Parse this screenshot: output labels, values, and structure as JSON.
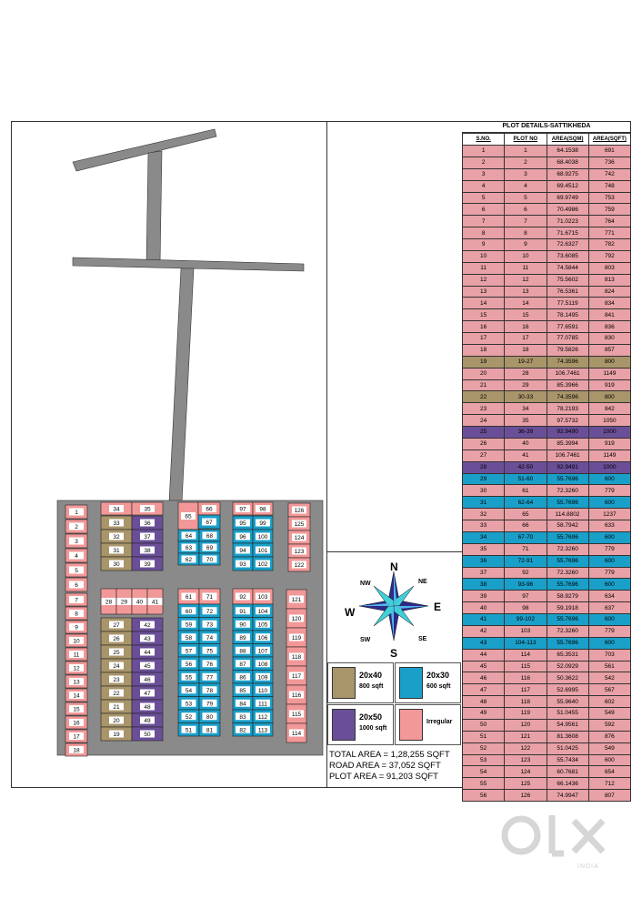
{
  "table": {
    "title": "PLOT DETAILS-SATTIKHEDA",
    "headers": [
      "S.NO.",
      "PLOT NO",
      "AREA(SQM)",
      "AREA(SQFT)"
    ],
    "rows": [
      {
        "sno": "1",
        "plot": "1",
        "sqm": "64.1538",
        "sqft": "691",
        "cat": "irregular"
      },
      {
        "sno": "2",
        "plot": "2",
        "sqm": "68.4038",
        "sqft": "736",
        "cat": "irregular"
      },
      {
        "sno": "3",
        "plot": "3",
        "sqm": "68.9275",
        "sqft": "742",
        "cat": "irregular"
      },
      {
        "sno": "4",
        "plot": "4",
        "sqm": "69.4512",
        "sqft": "748",
        "cat": "irregular"
      },
      {
        "sno": "5",
        "plot": "5",
        "sqm": "69.9749",
        "sqft": "753",
        "cat": "irregular"
      },
      {
        "sno": "6",
        "plot": "6",
        "sqm": "70.4986",
        "sqft": "759",
        "cat": "irregular"
      },
      {
        "sno": "7",
        "plot": "7",
        "sqm": "71.0223",
        "sqft": "764",
        "cat": "irregular"
      },
      {
        "sno": "8",
        "plot": "8",
        "sqm": "71.6715",
        "sqft": "771",
        "cat": "irregular"
      },
      {
        "sno": "9",
        "plot": "9",
        "sqm": "72.6327",
        "sqft": "782",
        "cat": "irregular"
      },
      {
        "sno": "10",
        "plot": "10",
        "sqm": "73.6085",
        "sqft": "792",
        "cat": "irregular"
      },
      {
        "sno": "11",
        "plot": "11",
        "sqm": "74.5844",
        "sqft": "803",
        "cat": "irregular"
      },
      {
        "sno": "12",
        "plot": "12",
        "sqm": "75.5602",
        "sqft": "813",
        "cat": "irregular"
      },
      {
        "sno": "13",
        "plot": "13",
        "sqm": "76.5361",
        "sqft": "824",
        "cat": "irregular"
      },
      {
        "sno": "14",
        "plot": "14",
        "sqm": "77.5119",
        "sqft": "834",
        "cat": "irregular"
      },
      {
        "sno": "15",
        "plot": "15",
        "sqm": "78.1495",
        "sqft": "841",
        "cat": "irregular"
      },
      {
        "sno": "16",
        "plot": "16",
        "sqm": "77.6591",
        "sqft": "836",
        "cat": "irregular"
      },
      {
        "sno": "17",
        "plot": "17",
        "sqm": "77.0785",
        "sqft": "830",
        "cat": "irregular"
      },
      {
        "sno": "18",
        "plot": "18",
        "sqm": "79.5826",
        "sqft": "857",
        "cat": "irregular"
      },
      {
        "sno": "19",
        "plot": "19-27",
        "sqm": "74.3596",
        "sqft": "800",
        "cat": "20x40"
      },
      {
        "sno": "20",
        "plot": "28",
        "sqm": "106.7461",
        "sqft": "1149",
        "cat": "irregular"
      },
      {
        "sno": "21",
        "plot": "29",
        "sqm": "85.3966",
        "sqft": "919",
        "cat": "irregular"
      },
      {
        "sno": "22",
        "plot": "30-33",
        "sqm": "74.3596",
        "sqft": "800",
        "cat": "20x40"
      },
      {
        "sno": "23",
        "plot": "34",
        "sqm": "78.2193",
        "sqft": "842",
        "cat": "irregular"
      },
      {
        "sno": "24",
        "plot": "35",
        "sqm": "97.5732",
        "sqft": "1050",
        "cat": "irregular"
      },
      {
        "sno": "25",
        "plot": "36-39",
        "sqm": "92.9490",
        "sqft": "1000",
        "cat": "20x50"
      },
      {
        "sno": "26",
        "plot": "40",
        "sqm": "85.3994",
        "sqft": "919",
        "cat": "irregular"
      },
      {
        "sno": "27",
        "plot": "41",
        "sqm": "106.7461",
        "sqft": "1149",
        "cat": "irregular"
      },
      {
        "sno": "28",
        "plot": "42-50",
        "sqm": "92.9491",
        "sqft": "1000",
        "cat": "20x50"
      },
      {
        "sno": "29",
        "plot": "51-60",
        "sqm": "55.7696",
        "sqft": "600",
        "cat": "20x30"
      },
      {
        "sno": "30",
        "plot": "61",
        "sqm": "72.3260",
        "sqft": "779",
        "cat": "irregular"
      },
      {
        "sno": "31",
        "plot": "62-64",
        "sqm": "55.7696",
        "sqft": "600",
        "cat": "20x30"
      },
      {
        "sno": "32",
        "plot": "65",
        "sqm": "114.8802",
        "sqft": "1237",
        "cat": "irregular"
      },
      {
        "sno": "33",
        "plot": "66",
        "sqm": "58.7942",
        "sqft": "633",
        "cat": "irregular"
      },
      {
        "sno": "34",
        "plot": "67-70",
        "sqm": "55.7696",
        "sqft": "600",
        "cat": "20x30"
      },
      {
        "sno": "35",
        "plot": "71",
        "sqm": "72.3260",
        "sqft": "779",
        "cat": "irregular"
      },
      {
        "sno": "36",
        "plot": "72-91",
        "sqm": "55.7696",
        "sqft": "600",
        "cat": "20x30"
      },
      {
        "sno": "37",
        "plot": "92",
        "sqm": "72.3260",
        "sqft": "779",
        "cat": "irregular"
      },
      {
        "sno": "38",
        "plot": "93-96",
        "sqm": "55.7696",
        "sqft": "600",
        "cat": "20x30"
      },
      {
        "sno": "39",
        "plot": "97",
        "sqm": "58.9279",
        "sqft": "634",
        "cat": "irregular"
      },
      {
        "sno": "40",
        "plot": "98",
        "sqm": "59.1918",
        "sqft": "637",
        "cat": "irregular"
      },
      {
        "sno": "41",
        "plot": "99-102",
        "sqm": "55.7696",
        "sqft": "600",
        "cat": "20x30"
      },
      {
        "sno": "42",
        "plot": "103",
        "sqm": "72.3260",
        "sqft": "779",
        "cat": "irregular"
      },
      {
        "sno": "43",
        "plot": "104-113",
        "sqm": "55.7696",
        "sqft": "600",
        "cat": "20x30"
      },
      {
        "sno": "44",
        "plot": "114",
        "sqm": "65.3531",
        "sqft": "703",
        "cat": "irregular"
      },
      {
        "sno": "45",
        "plot": "115",
        "sqm": "52.0929",
        "sqft": "561",
        "cat": "irregular"
      },
      {
        "sno": "46",
        "plot": "116",
        "sqm": "50.3622",
        "sqft": "542",
        "cat": "irregular"
      },
      {
        "sno": "47",
        "plot": "117",
        "sqm": "52.6995",
        "sqft": "567",
        "cat": "irregular"
      },
      {
        "sno": "48",
        "plot": "118",
        "sqm": "55.9640",
        "sqft": "602",
        "cat": "irregular"
      },
      {
        "sno": "49",
        "plot": "119",
        "sqm": "51.0455",
        "sqft": "549",
        "cat": "irregular"
      },
      {
        "sno": "50",
        "plot": "120",
        "sqm": "54.9561",
        "sqft": "592",
        "cat": "irregular"
      },
      {
        "sno": "51",
        "plot": "121",
        "sqm": "81.3608",
        "sqft": "876",
        "cat": "irregular"
      },
      {
        "sno": "52",
        "plot": "122",
        "sqm": "51.0425",
        "sqft": "549",
        "cat": "irregular"
      },
      {
        "sno": "53",
        "plot": "123",
        "sqm": "55.7434",
        "sqft": "600",
        "cat": "irregular"
      },
      {
        "sno": "54",
        "plot": "124",
        "sqm": "60.7681",
        "sqft": "654",
        "cat": "irregular"
      },
      {
        "sno": "55",
        "plot": "125",
        "sqm": "66.1436",
        "sqft": "712",
        "cat": "irregular"
      },
      {
        "sno": "56",
        "plot": "126",
        "sqm": "74.9947",
        "sqft": "807",
        "cat": "irregular"
      }
    ]
  },
  "legend": {
    "items": [
      {
        "key": "20x40",
        "label": "20x40",
        "sub": "800 sqft",
        "color": "#a8956a"
      },
      {
        "key": "20x30",
        "label": "20x30",
        "sub": "600 sqft",
        "color": "#1a9fc9"
      },
      {
        "key": "20x50",
        "label": "20x50",
        "sub": "1000 sqft",
        "color": "#6a4f98"
      },
      {
        "key": "irregular",
        "label": "Irregular",
        "sub": "",
        "color": "#f29898"
      }
    ]
  },
  "compass": {
    "N": "N",
    "S": "S",
    "E": "E",
    "W": "W",
    "NE": "NE",
    "NW": "NW",
    "SE": "SE",
    "SW": "SW"
  },
  "totals": {
    "total": "TOTAL AREA = 1,28,255 SQFT",
    "road": "ROAD AREA = 37,052 SQFT",
    "plot": "PLOT  AREA = 91,203 SQFT"
  },
  "watermark": {
    "brand": "OLX",
    "region": "INDIA"
  },
  "map": {
    "lots": [
      {
        "n": "1",
        "c": "irregular"
      },
      {
        "n": "2",
        "c": "irregular"
      },
      {
        "n": "3",
        "c": "irregular"
      },
      {
        "n": "4",
        "c": "irregular"
      },
      {
        "n": "5",
        "c": "irregular"
      },
      {
        "n": "6",
        "c": "irregular"
      },
      {
        "n": "7",
        "c": "irregular"
      },
      {
        "n": "8",
        "c": "irregular"
      },
      {
        "n": "9",
        "c": "irregular"
      },
      {
        "n": "10",
        "c": "irregular"
      },
      {
        "n": "11",
        "c": "irregular"
      },
      {
        "n": "12",
        "c": "irregular"
      },
      {
        "n": "13",
        "c": "irregular"
      },
      {
        "n": "14",
        "c": "irregular"
      },
      {
        "n": "15",
        "c": "irregular"
      },
      {
        "n": "16",
        "c": "irregular"
      },
      {
        "n": "17",
        "c": "irregular"
      },
      {
        "n": "18",
        "c": "irregular"
      },
      {
        "n": "34",
        "c": "irregular"
      },
      {
        "n": "35",
        "c": "irregular"
      },
      {
        "n": "33",
        "c": "20x40"
      },
      {
        "n": "36",
        "c": "20x50"
      },
      {
        "n": "32",
        "c": "20x40"
      },
      {
        "n": "37",
        "c": "20x50"
      },
      {
        "n": "31",
        "c": "20x40"
      },
      {
        "n": "38",
        "c": "20x50"
      },
      {
        "n": "30",
        "c": "20x40"
      },
      {
        "n": "39",
        "c": "20x50"
      },
      {
        "n": "28",
        "c": "irregular"
      },
      {
        "n": "29",
        "c": "irregular"
      },
      {
        "n": "40",
        "c": "irregular"
      },
      {
        "n": "41",
        "c": "irregular"
      },
      {
        "n": "27",
        "c": "20x40"
      },
      {
        "n": "42",
        "c": "20x50"
      },
      {
        "n": "26",
        "c": "20x40"
      },
      {
        "n": "43",
        "c": "20x50"
      },
      {
        "n": "25",
        "c": "20x40"
      },
      {
        "n": "44",
        "c": "20x50"
      },
      {
        "n": "24",
        "c": "20x40"
      },
      {
        "n": "45",
        "c": "20x50"
      },
      {
        "n": "23",
        "c": "20x40"
      },
      {
        "n": "46",
        "c": "20x50"
      },
      {
        "n": "22",
        "c": "20x40"
      },
      {
        "n": "47",
        "c": "20x50"
      },
      {
        "n": "21",
        "c": "20x40"
      },
      {
        "n": "48",
        "c": "20x50"
      },
      {
        "n": "20",
        "c": "20x40"
      },
      {
        "n": "49",
        "c": "20x50"
      },
      {
        "n": "19",
        "c": "20x40"
      },
      {
        "n": "50",
        "c": "20x50"
      },
      {
        "n": "65",
        "c": "irregular"
      },
      {
        "n": "66",
        "c": "irregular"
      },
      {
        "n": "67",
        "c": "20x30"
      },
      {
        "n": "64",
        "c": "20x30"
      },
      {
        "n": "68",
        "c": "20x30"
      },
      {
        "n": "63",
        "c": "20x30"
      },
      {
        "n": "69",
        "c": "20x30"
      },
      {
        "n": "62",
        "c": "20x30"
      },
      {
        "n": "70",
        "c": "20x30"
      },
      {
        "n": "61",
        "c": "irregular"
      },
      {
        "n": "71",
        "c": "irregular"
      },
      {
        "n": "60",
        "c": "20x30"
      },
      {
        "n": "72",
        "c": "20x30"
      },
      {
        "n": "59",
        "c": "20x30"
      },
      {
        "n": "73",
        "c": "20x30"
      },
      {
        "n": "58",
        "c": "20x30"
      },
      {
        "n": "74",
        "c": "20x30"
      },
      {
        "n": "57",
        "c": "20x30"
      },
      {
        "n": "75",
        "c": "20x30"
      },
      {
        "n": "56",
        "c": "20x30"
      },
      {
        "n": "76",
        "c": "20x30"
      },
      {
        "n": "55",
        "c": "20x30"
      },
      {
        "n": "77",
        "c": "20x30"
      },
      {
        "n": "54",
        "c": "20x30"
      },
      {
        "n": "78",
        "c": "20x30"
      },
      {
        "n": "53",
        "c": "20x30"
      },
      {
        "n": "79",
        "c": "20x30"
      },
      {
        "n": "52",
        "c": "20x30"
      },
      {
        "n": "80",
        "c": "20x30"
      },
      {
        "n": "51",
        "c": "20x30"
      },
      {
        "n": "81",
        "c": "20x30"
      },
      {
        "n": "97",
        "c": "irregular"
      },
      {
        "n": "98",
        "c": "irregular"
      },
      {
        "n": "95",
        "c": "20x30"
      },
      {
        "n": "99",
        "c": "20x30"
      },
      {
        "n": "96",
        "c": "20x30"
      },
      {
        "n": "100",
        "c": "20x30"
      },
      {
        "n": "94",
        "c": "20x30"
      },
      {
        "n": "101",
        "c": "20x30"
      },
      {
        "n": "93",
        "c": "20x30"
      },
      {
        "n": "102",
        "c": "20x30"
      },
      {
        "n": "92",
        "c": "irregular"
      },
      {
        "n": "103",
        "c": "irregular"
      },
      {
        "n": "91",
        "c": "20x30"
      },
      {
        "n": "104",
        "c": "20x30"
      },
      {
        "n": "90",
        "c": "20x30"
      },
      {
        "n": "105",
        "c": "20x30"
      },
      {
        "n": "89",
        "c": "20x30"
      },
      {
        "n": "106",
        "c": "20x30"
      },
      {
        "n": "88",
        "c": "20x30"
      },
      {
        "n": "107",
        "c": "20x30"
      },
      {
        "n": "87",
        "c": "20x30"
      },
      {
        "n": "108",
        "c": "20x30"
      },
      {
        "n": "86",
        "c": "20x30"
      },
      {
        "n": "109",
        "c": "20x30"
      },
      {
        "n": "85",
        "c": "20x30"
      },
      {
        "n": "110",
        "c": "20x30"
      },
      {
        "n": "84",
        "c": "20x30"
      },
      {
        "n": "111",
        "c": "20x30"
      },
      {
        "n": "83",
        "c": "20x30"
      },
      {
        "n": "112",
        "c": "20x30"
      },
      {
        "n": "82",
        "c": "20x30"
      },
      {
        "n": "113",
        "c": "20x30"
      },
      {
        "n": "126",
        "c": "irregular"
      },
      {
        "n": "125",
        "c": "irregular"
      },
      {
        "n": "124",
        "c": "irregular"
      },
      {
        "n": "123",
        "c": "irregular"
      },
      {
        "n": "122",
        "c": "irregular"
      },
      {
        "n": "121",
        "c": "irregular"
      },
      {
        "n": "120",
        "c": "irregular"
      },
      {
        "n": "119",
        "c": "irregular"
      },
      {
        "n": "118",
        "c": "irregular"
      },
      {
        "n": "117",
        "c": "irregular"
      },
      {
        "n": "116",
        "c": "irregular"
      },
      {
        "n": "115",
        "c": "irregular"
      },
      {
        "n": "114",
        "c": "irregular"
      }
    ]
  }
}
